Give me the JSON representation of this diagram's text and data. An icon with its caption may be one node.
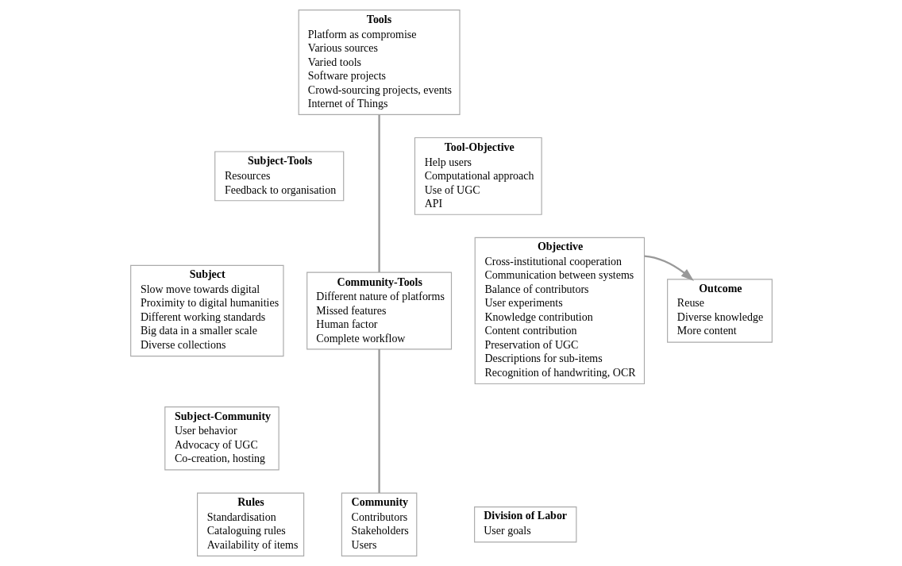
{
  "diagram": {
    "nodes": [
      {
        "text": [
          "Tools",
          "Platform as compromise",
          "Various sources",
          "Varied tools",
          "Software projects",
          "Crowd-sourcing projects, events",
          "Internet of Things"
        ]
      },
      {
        "text": [
          "Tool-Objective",
          "Help users",
          "Computational approach",
          "Use of UGC",
          "API"
        ]
      },
      {
        "text": [
          "Subject-Tools",
          "Resources",
          "Feedback to organisation"
        ]
      },
      {
        "text": [
          "Subject",
          "Slow move towards digital",
          "Proximity to digital humanities",
          "Different working standards",
          "Big data in a smaller scale",
          "Diverse collections"
        ]
      },
      {
        "text": [
          "Community-Tools",
          "Different nature of platforms",
          "Missed features",
          "Human factor",
          "Complete workflow"
        ]
      },
      {
        "text": [
          "Objective",
          "Cross-institutional cooperation",
          "Communication between systems",
          "Balance of contributors",
          "User experiments",
          "Knowledge contribution",
          "Content contribution",
          "Preservation of UGC",
          "Descriptions for sub-items",
          "Recognition of handwriting, OCR"
        ]
      },
      {
        "text": [
          "Outcome",
          "Reuse",
          "Diverse knowledge",
          "More content"
        ]
      },
      {
        "text": [
          "Subject-Community",
          "User behavior",
          "Advocacy of UGC",
          "Co-creation, hosting"
        ]
      },
      {
        "text": [
          "Rules",
          "Standardisation",
          "Cataloguing rules",
          "Availability of items"
        ]
      },
      {
        "text": [
          "Community",
          "Contributors",
          "Stakeholders",
          "Users"
        ]
      },
      {
        "text": [
          "Division of Labor",
          "User goals"
        ]
      }
    ],
    "edges": [
      {
        "from": 0,
        "to": 4,
        "arrow": "none"
      },
      {
        "from": 4,
        "to": 9,
        "arrow": "none"
      },
      {
        "from": 5,
        "to": 6,
        "arrow": "to"
      }
    ]
  }
}
